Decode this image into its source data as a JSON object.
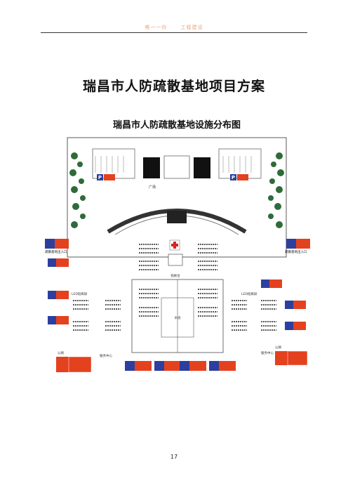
{
  "header": {
    "left": "唯一一份",
    "right": "工程建设"
  },
  "page_title": "瑞昌市人防疏散基地项目方案",
  "map": {
    "title": "瑞昌市人防疏散基地设施分布图",
    "labels": {
      "square": "广场",
      "parking": "P",
      "left_entry": "疏散基地出入口",
      "right_entry": "疏散基地出入口",
      "left_command": "LED指挥屏",
      "right_command": "LED指挥屏",
      "water": "水池",
      "toilet_left": "公厕",
      "toilet_right": "公厕",
      "med": "医疗救护站",
      "service_left": "服务中心",
      "service_right": "服务中心",
      "stage": "指挥台"
    },
    "colors": {
      "sign_red": "#e4411f",
      "sign_blue": "#2d3f9e",
      "tree": "#2f6b3a"
    }
  },
  "page_number": "17"
}
